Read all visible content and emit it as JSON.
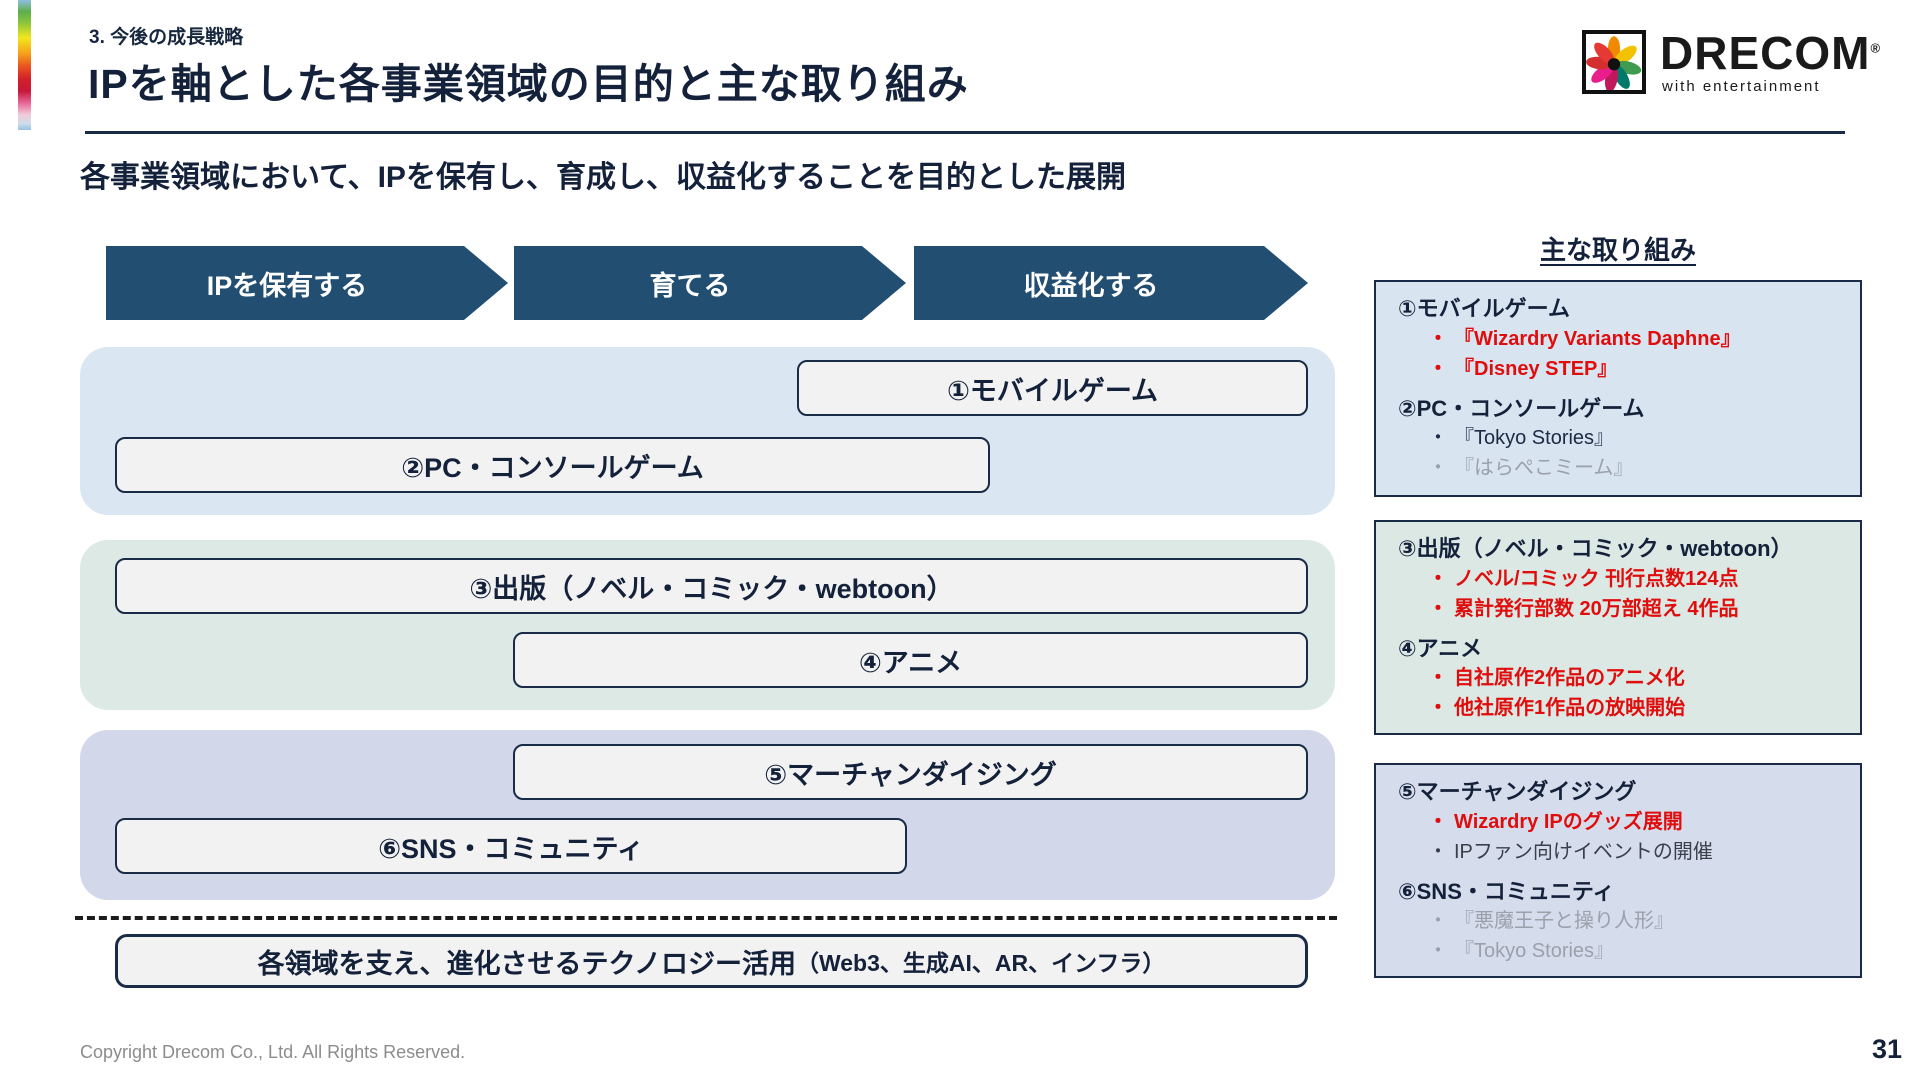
{
  "slide": {
    "section_label": "3. 今後の成長戦略",
    "title": "IPを軸とした各事業領域の目的と主な取り組み",
    "subtitle": "各事業領域において、IPを保有し、育成し、収益化することを目的とした展開",
    "footer": "Copyright Drecom Co., Ltd. All Rights Reserved.",
    "page_number": "31"
  },
  "logo": {
    "name": "DRECOM",
    "registered": "®",
    "tagline": "with entertainment"
  },
  "colors": {
    "accent_navy": "#14213a",
    "arrow_blue": "#224e72",
    "highlight_red": "#e00d0d",
    "group1_bg": "#dae7f3",
    "group2_bg": "#dde9e4",
    "group3_bg": "#d2d8ea"
  },
  "bullet_marker": "・",
  "process_arrows": [
    {
      "label": "IPを保有する"
    },
    {
      "label": "育てる"
    },
    {
      "label": "収益化する"
    }
  ],
  "business_boxes": {
    "mobile_game": "①モバイルゲーム",
    "pc_console_game": "②PC・コンソールゲーム",
    "publishing": "③出版（ノベル・コミック・webtoon）",
    "anime": "④アニメ",
    "merchandising": "⑤マーチャンダイジング",
    "sns_community": "⑥SNS・コミュニティ",
    "technology_main": "各領域を支え、進化させるテクノロジー活用",
    "technology_paren": "（Web3、生成AI、AR、インフラ）"
  },
  "initiatives": {
    "title": "主な取り組み",
    "panels": [
      {
        "sections": [
          {
            "heading": "①モバイルゲーム",
            "bullets": [
              {
                "text": "『Wizardry Variants Daphne』"
              },
              {
                "text": "『Disney STEP』"
              }
            ]
          },
          {
            "heading": "②PC・コンソールゲーム",
            "bullets": [
              {
                "text": "『Tokyo Stories』"
              },
              {
                "text": "『はらぺこミーム』"
              }
            ]
          }
        ]
      },
      {
        "sections": [
          {
            "heading": "③出版（ノベル・コミック・webtoon）",
            "bullets": [
              {
                "text": "ノベル/コミック 刊行点数124点"
              },
              {
                "text": "累計発行部数 20万部超え 4作品"
              }
            ]
          },
          {
            "heading": "④アニメ",
            "bullets": [
              {
                "text": "自社原作2作品のアニメ化"
              },
              {
                "text": "他社原作1作品の放映開始"
              }
            ]
          }
        ]
      },
      {
        "sections": [
          {
            "heading": "⑤マーチャンダイジング",
            "bullets": [
              {
                "text": "Wizardry IPのグッズ展開"
              },
              {
                "text": "IPファン向けイベントの開催"
              }
            ]
          },
          {
            "heading": "⑥SNS・コミュニティ",
            "bullets": [
              {
                "text": "『悪魔王子と操り人形』"
              },
              {
                "text": "『Tokyo Stories』"
              }
            ]
          }
        ]
      }
    ]
  }
}
